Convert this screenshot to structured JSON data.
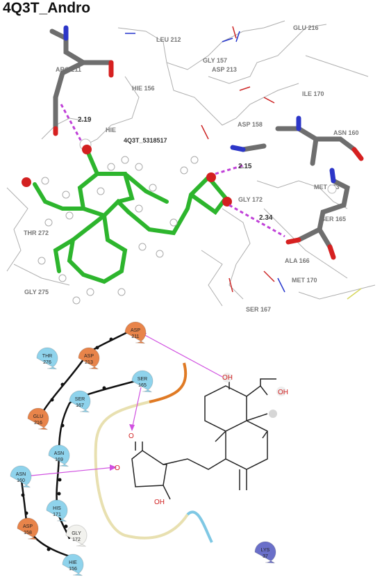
{
  "title": "4Q3T_Andro",
  "top": {
    "ligand_label": "4Q3T_5318517",
    "distances": [
      "2.19",
      "2.15",
      "2.34"
    ],
    "residues": [
      "ARG 211",
      "HIE 156",
      "HIE",
      "LEU 212",
      "GLY 157",
      "ASP 213",
      "GLU 216",
      "ILE 170",
      "ASP 158",
      "ASN 160",
      "MET 173",
      "GLY 172",
      "SER 165",
      "THR 272",
      "ALA 166",
      "MET 170",
      "GLY 275",
      "SER 167"
    ]
  },
  "bottom": {
    "residues": [
      {
        "name": "ASP",
        "num": "211",
        "type": "negative"
      },
      {
        "name": "THR",
        "num": "276",
        "type": "polar"
      },
      {
        "name": "ASP",
        "num": "213",
        "type": "negative"
      },
      {
        "name": "SER",
        "num": "165",
        "type": "polar"
      },
      {
        "name": "SER",
        "num": "167",
        "type": "polar"
      },
      {
        "name": "GLU",
        "num": "216",
        "type": "negative"
      },
      {
        "name": "ASN",
        "num": "169",
        "type": "polar"
      },
      {
        "name": "ASN",
        "num": "160",
        "type": "polar"
      },
      {
        "name": "HIS",
        "num": "171",
        "type": "polar"
      },
      {
        "name": "ASP",
        "num": "158",
        "type": "negative"
      },
      {
        "name": "GLY",
        "num": "172",
        "type": "glycine"
      },
      {
        "name": "HIE",
        "num": "156",
        "type": "polar"
      },
      {
        "name": "LYS",
        "num": "37",
        "type": "positive"
      }
    ],
    "atoms": {
      "oh_top": "OH",
      "oh_side": "OH",
      "o_carbonyl": "O",
      "o_ring": "O",
      "oh_bottom": "OH"
    }
  },
  "colors": {
    "negative": "#e8844a",
    "polar": "#8fd3ec",
    "glycine": "#f2f2ee",
    "positive": "#6a6fc9",
    "hbond": "#c040d8",
    "ligand_green": "#2db52d",
    "residue_grey": "#6e6e6e"
  }
}
